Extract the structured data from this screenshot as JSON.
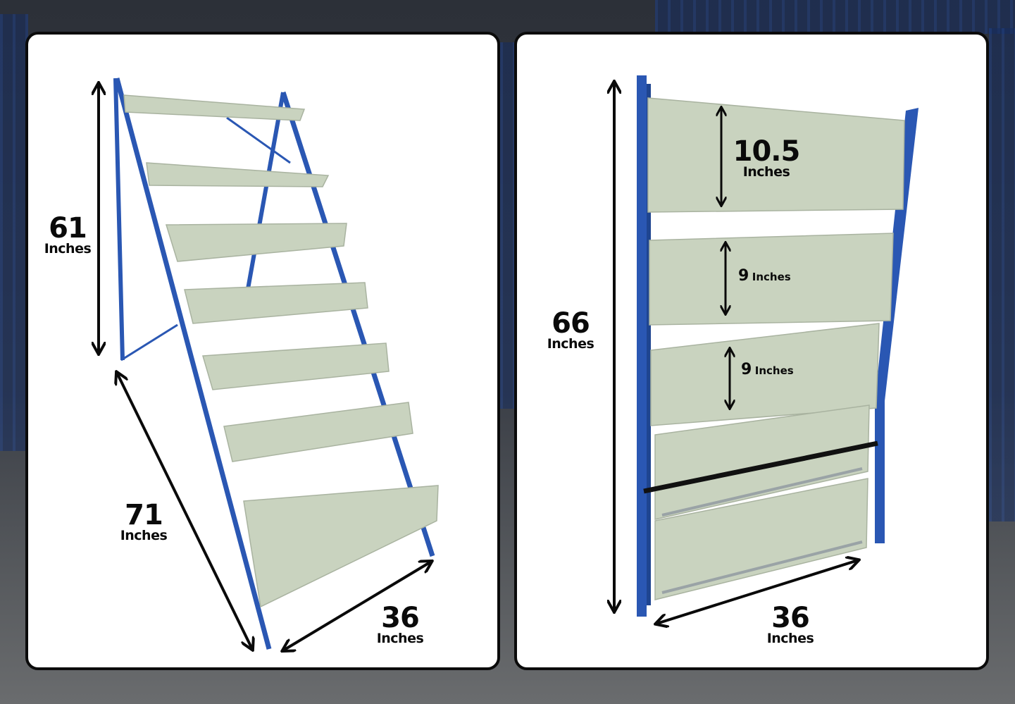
{
  "colors": {
    "frame_blue": "#2a57b3",
    "shelf_green": "#c9d3bf",
    "arrow": "#0a0a0a",
    "panel_border": "#0b0b0b"
  },
  "left_panel": {
    "height_value": "61",
    "height_unit": "Inches",
    "length_value": "71",
    "length_unit": "Inches",
    "width_value": "36",
    "width_unit": "Inches",
    "shelf_count": 7
  },
  "right_panel": {
    "height_value": "66",
    "height_unit": "Inches",
    "top_panel_value": "10.5",
    "top_panel_unit": "Inches",
    "panel2_value": "9",
    "panel2_unit": "Inches",
    "panel3_value": "9",
    "panel3_unit": "Inches",
    "width_value": "36",
    "width_unit": "Inches"
  }
}
